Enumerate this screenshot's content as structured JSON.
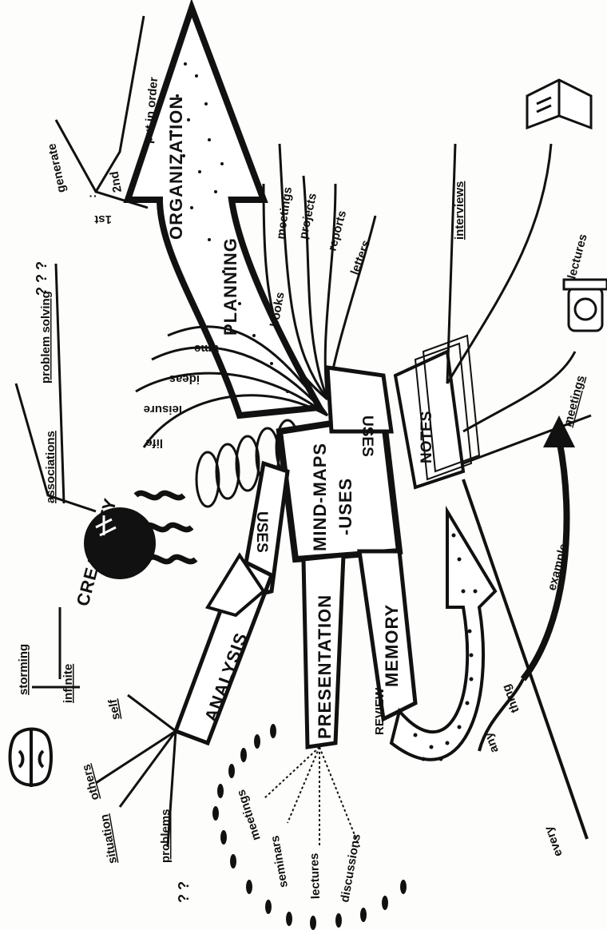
{
  "center": {
    "line1": "MIND-MAPS",
    "line2": "-USES"
  },
  "main_branches": {
    "organization": "ORGANIZATION",
    "planning": "PLANNING",
    "uses_top": "USES",
    "uses_left": "USES",
    "notes": "NOTES",
    "creativity": "CREATIVITY",
    "analysis": "ANALYSIS",
    "presentation": "PRESENTATION",
    "memory": "MEMORY",
    "review": "REVIEW"
  },
  "organization_sub": {
    "first": "1st",
    "generate": "generate",
    "colon": ":",
    "second": "2nd",
    "put_in_order": "put in order"
  },
  "planning_sub": [
    "books",
    "meetings",
    "projects",
    "reports",
    "letters"
  ],
  "uses_sub": [
    "life",
    "leisure",
    "ideas",
    "time"
  ],
  "creativity_sub": {
    "associations": "associations",
    "problem_solving": "problem solving",
    "questions": "? ? ?",
    "storming": "storming",
    "infinite": "infinite"
  },
  "analysis_sub": {
    "self": "self",
    "others": "others",
    "situation": "situation",
    "problems": "problems",
    "questions": "? ?"
  },
  "presentation_sub": [
    "meetings",
    "seminars",
    "lectures",
    "discussions"
  ],
  "notes_sub": {
    "interviews": "interviews",
    "lectures": "lectures",
    "meetings": "meetings",
    "example": "example"
  },
  "every_any_thing": {
    "every": "every",
    "any": "any",
    "thing": "thing"
  },
  "icons": [
    "book-icon",
    "telephone-icon",
    "brain-icon",
    "crystal-ball-icon",
    "spring-coil-icon"
  ]
}
